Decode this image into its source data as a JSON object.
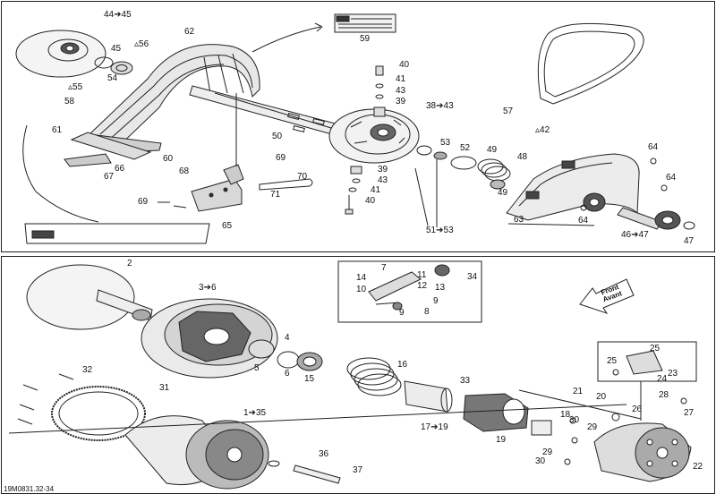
{
  "drawing_code": "19M0831.32-34",
  "front_arrow": {
    "line1": "Front",
    "line2": "Avant"
  },
  "callouts_top": [
    "44➔45",
    "62",
    "45",
    "▵56",
    "54",
    "▵55",
    "58",
    "59",
    "40",
    "41",
    "43",
    "39",
    "38➔43",
    "57",
    "61",
    "60",
    "66",
    "67",
    "50",
    "▵42",
    "53",
    "52",
    "49",
    "48",
    "49",
    "64",
    "64",
    "69",
    "68",
    "70",
    "71",
    "69",
    "39",
    "43",
    "41",
    "40",
    "63",
    "64",
    "46➔47",
    "47",
    "51➔53",
    "65"
  ],
  "callouts_bottom": [
    "2",
    "3➔6",
    "7",
    "34",
    "14",
    "10",
    "11",
    "12",
    "13",
    "9",
    "9",
    "8",
    "4",
    "5",
    "6",
    "15",
    "16",
    "32",
    "31",
    "33",
    "21",
    "20",
    "1➔35",
    "17➔19",
    "18",
    "19",
    "30",
    "29",
    "26",
    "27",
    "28",
    "25",
    "25",
    "24",
    "23",
    "36",
    "37",
    "29",
    "30",
    "22"
  ]
}
